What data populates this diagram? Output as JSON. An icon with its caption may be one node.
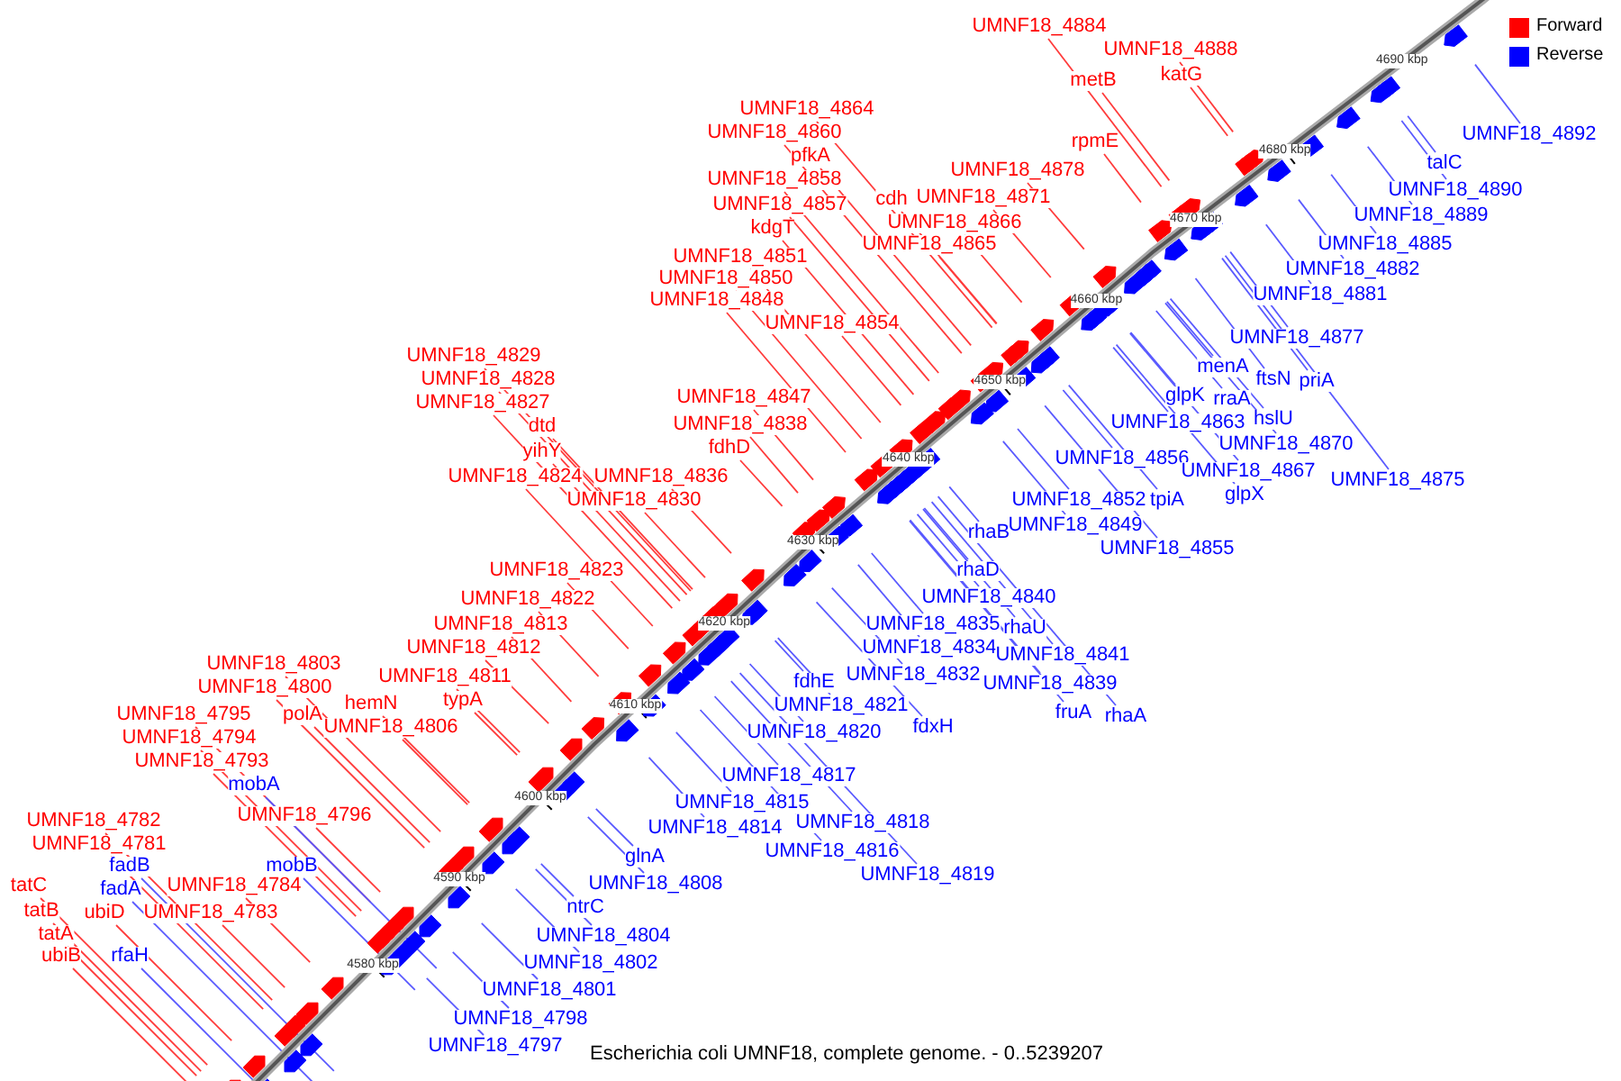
{
  "diagram": {
    "caption": "Escherichia coli UMNF18, complete genome. - 0..5239207",
    "nodes": [
      {
        "text": [
          "UMNF18_4884"
        ]
      },
      {
        "text": [
          "UMNF18_4888"
        ]
      },
      {
        "text": [
          "katG"
        ]
      },
      {
        "text": [
          "metB"
        ]
      },
      {
        "text": [
          "rpmE"
        ]
      },
      {
        "text": [
          "UMNF18_4864"
        ]
      },
      {
        "text": [
          "UMNF18_4860"
        ]
      },
      {
        "text": [
          "pfkA"
        ]
      },
      {
        "text": [
          "UMNF18_4858"
        ]
      },
      {
        "text": [
          "UMNF18_4878"
        ]
      },
      {
        "text": [
          "cdh"
        ]
      },
      {
        "text": [
          "UMNF18_4871"
        ]
      },
      {
        "text": [
          "UMNF18_4857"
        ]
      },
      {
        "text": [
          "UMNF18_4866"
        ]
      },
      {
        "text": [
          "kdgT"
        ]
      },
      {
        "text": [
          "UMNF18_4865"
        ]
      },
      {
        "text": [
          "UMNF18_4851"
        ]
      },
      {
        "text": [
          "UMNF18_4850"
        ]
      },
      {
        "text": [
          "UMNF18_4848"
        ]
      },
      {
        "text": [
          "UMNF18_4854"
        ]
      },
      {
        "text": [
          "UMNF18_4829"
        ]
      },
      {
        "text": [
          "UMNF18_4828"
        ]
      },
      {
        "text": [
          "UMNF18_4847"
        ]
      },
      {
        "text": [
          "UMNF18_4827"
        ]
      },
      {
        "text": [
          "UMNF18_4838"
        ]
      },
      {
        "text": [
          "dtd"
        ]
      },
      {
        "text": [
          "fdhD"
        ]
      },
      {
        "text": [
          "yihY"
        ]
      },
      {
        "text": [
          "UMNF18_4824"
        ]
      },
      {
        "text": [
          "UMNF18_4836"
        ]
      },
      {
        "text": [
          "UMNF18_4830"
        ]
      },
      {
        "text": [
          "UMNF18_4823"
        ]
      },
      {
        "text": [
          "UMNF18_4822"
        ]
      },
      {
        "text": [
          "UMNF18_4813"
        ]
      },
      {
        "text": [
          "UMNF18_4812"
        ]
      },
      {
        "text": [
          "UMNF18_4803"
        ]
      },
      {
        "text": [
          "UMNF18_4811"
        ]
      },
      {
        "text": [
          "UMNF18_4800"
        ]
      },
      {
        "text": [
          "typA"
        ]
      },
      {
        "text": [
          "hemN"
        ]
      },
      {
        "text": [
          "polA"
        ]
      },
      {
        "text": [
          "UMNF18_4795"
        ]
      },
      {
        "text": [
          "UMNF18_4806"
        ]
      },
      {
        "text": [
          "UMNF18_4794"
        ]
      },
      {
        "text": [
          "UMNF18_4793"
        ]
      },
      {
        "text": [
          "UMNF18_4796"
        ]
      },
      {
        "text": [
          "UMNF18_4782"
        ]
      },
      {
        "text": [
          "UMNF18_4781"
        ]
      },
      {
        "text": [
          "UMNF18_4784"
        ]
      },
      {
        "text": [
          "tatC"
        ]
      },
      {
        "text": [
          "tatB"
        ]
      },
      {
        "text": [
          "UMNF18_4783"
        ]
      },
      {
        "text": [
          "ubiD"
        ]
      },
      {
        "text": [
          "tatA"
        ]
      },
      {
        "text": [
          "ubiB"
        ]
      },
      {
        "text": [
          "UMNF18_4892"
        ]
      },
      {
        "text": [
          "talC"
        ]
      },
      {
        "text": [
          "UMNF18_4890"
        ]
      },
      {
        "text": [
          "UMNF18_4889"
        ]
      },
      {
        "text": [
          "UMNF18_4885"
        ]
      },
      {
        "text": [
          "UMNF18_4882"
        ]
      },
      {
        "text": [
          "UMNF18_4881"
        ]
      },
      {
        "text": [
          "UMNF18_4877"
        ]
      },
      {
        "text": [
          "menA"
        ]
      },
      {
        "text": [
          "ftsN"
        ]
      },
      {
        "text": [
          "priA"
        ]
      },
      {
        "text": [
          "glpK"
        ]
      },
      {
        "text": [
          "rraA"
        ]
      },
      {
        "text": [
          "hslU"
        ]
      },
      {
        "text": [
          "UMNF18_4863"
        ]
      },
      {
        "text": [
          "UMNF18_4870"
        ]
      },
      {
        "text": [
          "UMNF18_4856"
        ]
      },
      {
        "text": [
          "UMNF18_4867"
        ]
      },
      {
        "text": [
          "UMNF18_4875"
        ]
      },
      {
        "text": [
          "glpX"
        ]
      },
      {
        "text": [
          "UMNF18_4852"
        ]
      },
      {
        "text": [
          "tpiA"
        ]
      },
      {
        "text": [
          "UMNF18_4849"
        ]
      },
      {
        "text": [
          "rhaB"
        ]
      },
      {
        "text": [
          "UMNF18_4855"
        ]
      },
      {
        "text": [
          "rhaD"
        ]
      },
      {
        "text": [
          "UMNF18_4840"
        ]
      },
      {
        "text": [
          "UMNF18_4835"
        ]
      },
      {
        "text": [
          "rhaU"
        ]
      },
      {
        "text": [
          "UMNF18_4834"
        ]
      },
      {
        "text": [
          "UMNF18_4841"
        ]
      },
      {
        "text": [
          "UMNF18_4832"
        ]
      },
      {
        "text": [
          "fdhE"
        ]
      },
      {
        "text": [
          "UMNF18_4839"
        ]
      },
      {
        "text": [
          "UMNF18_4821"
        ]
      },
      {
        "text": [
          "fruA"
        ]
      },
      {
        "text": [
          "rhaA"
        ]
      },
      {
        "text": [
          "fdxH"
        ]
      },
      {
        "text": [
          "UMNF18_4820"
        ]
      },
      {
        "text": [
          "UMNF18_4817"
        ]
      },
      {
        "text": [
          "mobA"
        ]
      },
      {
        "text": [
          "UMNF18_4815"
        ]
      },
      {
        "text": [
          "UMNF18_4818"
        ]
      },
      {
        "text": [
          "UMNF18_4814"
        ]
      },
      {
        "text": [
          "UMNF18_4816"
        ]
      },
      {
        "text": [
          "glnA"
        ]
      },
      {
        "text": [
          "mobB"
        ]
      },
      {
        "text": [
          "fadB"
        ]
      },
      {
        "text": [
          "UMNF18_4819"
        ]
      },
      {
        "text": [
          "UMNF18_4808"
        ]
      },
      {
        "text": [
          "fadA"
        ]
      },
      {
        "text": [
          "ntrC"
        ]
      },
      {
        "text": [
          "UMNF18_4804"
        ]
      },
      {
        "text": [
          "rfaH"
        ]
      },
      {
        "text": [
          "UMNF18_4802"
        ]
      },
      {
        "text": [
          "UMNF18_4801"
        ]
      },
      {
        "text": [
          "UMNF18_4798"
        ]
      },
      {
        "text": [
          "UMNF18_4797"
        ]
      }
    ],
    "edges": [
      {
        "from": 0,
        "to": null,
        "arrow": "none",
        "color": "#ff3b3b"
      },
      {
        "from": 1,
        "to": null,
        "arrow": "none",
        "color": "#ff3b3b"
      },
      {
        "from": 2,
        "to": null,
        "arrow": "none",
        "color": "#ff3b3b"
      },
      {
        "from": 3,
        "to": null,
        "arrow": "none",
        "color": "#ff3b3b"
      },
      {
        "from": 4,
        "to": null,
        "arrow": "none",
        "color": "#ff3b3b"
      },
      {
        "from": 5,
        "to": null,
        "arrow": "none",
        "color": "#ff3b3b"
      },
      {
        "from": 6,
        "to": null,
        "arrow": "none",
        "color": "#ff3b3b"
      },
      {
        "from": 7,
        "to": null,
        "arrow": "none",
        "color": "#ff3b3b"
      },
      {
        "from": 8,
        "to": null,
        "arrow": "none",
        "color": "#ff3b3b"
      },
      {
        "from": 9,
        "to": null,
        "arrow": "none",
        "color": "#ff3b3b"
      },
      {
        "from": 10,
        "to": null,
        "arrow": "none",
        "color": "#ff3b3b"
      },
      {
        "from": 11,
        "to": null,
        "arrow": "none",
        "color": "#ff3b3b"
      },
      {
        "from": 12,
        "to": null,
        "arrow": "none",
        "color": "#ff3b3b"
      },
      {
        "from": 13,
        "to": null,
        "arrow": "none",
        "color": "#ff3b3b"
      },
      {
        "from": 14,
        "to": null,
        "arrow": "none",
        "color": "#ff3b3b"
      },
      {
        "from": 15,
        "to": null,
        "arrow": "none",
        "color": "#ff3b3b"
      },
      {
        "from": 16,
        "to": null,
        "arrow": "none",
        "color": "#ff3b3b"
      },
      {
        "from": 17,
        "to": null,
        "arrow": "none",
        "color": "#ff3b3b"
      },
      {
        "from": 18,
        "to": null,
        "arrow": "none",
        "color": "#ff3b3b"
      },
      {
        "from": 19,
        "to": null,
        "arrow": "none",
        "color": "#ff3b3b"
      },
      {
        "from": 20,
        "to": null,
        "arrow": "none",
        "color": "#ff3b3b"
      },
      {
        "from": 21,
        "to": null,
        "arrow": "none",
        "color": "#ff3b3b"
      },
      {
        "from": 22,
        "to": null,
        "arrow": "none",
        "color": "#ff3b3b"
      },
      {
        "from": 23,
        "to": null,
        "arrow": "none",
        "color": "#ff3b3b"
      },
      {
        "from": 24,
        "to": null,
        "arrow": "none",
        "color": "#ff3b3b"
      },
      {
        "from": 25,
        "to": null,
        "arrow": "none",
        "color": "#ff3b3b"
      },
      {
        "from": 26,
        "to": null,
        "arrow": "none",
        "color": "#ff3b3b"
      },
      {
        "from": 27,
        "to": null,
        "arrow": "none",
        "color": "#ff3b3b"
      },
      {
        "from": 28,
        "to": null,
        "arrow": "none",
        "color": "#ff3b3b"
      },
      {
        "from": 29,
        "to": null,
        "arrow": "none",
        "color": "#ff3b3b"
      },
      {
        "from": 30,
        "to": null,
        "arrow": "none",
        "color": "#ff3b3b"
      },
      {
        "from": 31,
        "to": null,
        "arrow": "none",
        "color": "#ff3b3b"
      },
      {
        "from": 32,
        "to": null,
        "arrow": "none",
        "color": "#ff3b3b"
      },
      {
        "from": 33,
        "to": null,
        "arrow": "none",
        "color": "#ff3b3b"
      },
      {
        "from": 34,
        "to": null,
        "arrow": "none",
        "color": "#ff3b3b"
      },
      {
        "from": 35,
        "to": null,
        "arrow": "none",
        "color": "#ff3b3b"
      },
      {
        "from": 36,
        "to": null,
        "arrow": "none",
        "color": "#ff3b3b"
      },
      {
        "from": 37,
        "to": null,
        "arrow": "none",
        "color": "#ff3b3b"
      },
      {
        "from": 38,
        "to": null,
        "arrow": "none",
        "color": "#ff3b3b"
      },
      {
        "from": 39,
        "to": null,
        "arrow": "none",
        "color": "#ff3b3b"
      },
      {
        "from": 40,
        "to": null,
        "arrow": "none",
        "color": "#ff3b3b"
      },
      {
        "from": 41,
        "to": null,
        "arrow": "none",
        "color": "#ff3b3b"
      },
      {
        "from": 42,
        "to": null,
        "arrow": "none",
        "color": "#ff3b3b"
      },
      {
        "from": 43,
        "to": null,
        "arrow": "none",
        "color": "#ff3b3b"
      },
      {
        "from": 44,
        "to": null,
        "arrow": "none",
        "color": "#ff3b3b"
      },
      {
        "from": 45,
        "to": null,
        "arrow": "none",
        "color": "#ff3b3b"
      },
      {
        "from": 46,
        "to": null,
        "arrow": "none",
        "color": "#ff3b3b"
      },
      {
        "from": 47,
        "to": null,
        "arrow": "none",
        "color": "#ff3b3b"
      },
      {
        "from": 48,
        "to": null,
        "arrow": "none",
        "color": "#ff3b3b"
      },
      {
        "from": 49,
        "to": null,
        "arrow": "none",
        "color": "#ff3b3b"
      },
      {
        "from": 50,
        "to": null,
        "arrow": "none",
        "color": "#ff3b3b"
      },
      {
        "from": 51,
        "to": null,
        "arrow": "none",
        "color": "#ff3b3b"
      },
      {
        "from": 52,
        "to": null,
        "arrow": "none",
        "color": "#ff3b3b"
      },
      {
        "from": 53,
        "to": null,
        "arrow": "none",
        "color": "#ff3b3b"
      },
      {
        "from": 54,
        "to": null,
        "arrow": "none",
        "color": "#ff3b3b"
      },
      {
        "from": 55,
        "to": null,
        "arrow": "none",
        "color": "#5a5aff"
      },
      {
        "from": 56,
        "to": null,
        "arrow": "none",
        "color": "#5a5aff"
      },
      {
        "from": 57,
        "to": null,
        "arrow": "none",
        "color": "#5a5aff"
      },
      {
        "from": 58,
        "to": null,
        "arrow": "none",
        "color": "#5a5aff"
      },
      {
        "from": 59,
        "to": null,
        "arrow": "none",
        "color": "#5a5aff"
      },
      {
        "from": 60,
        "to": null,
        "arrow": "none",
        "color": "#5a5aff"
      },
      {
        "from": 61,
        "to": null,
        "arrow": "none",
        "color": "#5a5aff"
      },
      {
        "from": 62,
        "to": null,
        "arrow": "none",
        "color": "#5a5aff"
      },
      {
        "from": 63,
        "to": null,
        "arrow": "none",
        "color": "#5a5aff"
      },
      {
        "from": 64,
        "to": null,
        "arrow": "none",
        "color": "#5a5aff"
      },
      {
        "from": 65,
        "to": null,
        "arrow": "none",
        "color": "#5a5aff"
      },
      {
        "from": 66,
        "to": null,
        "arrow": "none",
        "color": "#5a5aff"
      },
      {
        "from": 67,
        "to": null,
        "arrow": "none",
        "color": "#5a5aff"
      },
      {
        "from": 68,
        "to": null,
        "arrow": "none",
        "color": "#5a5aff"
      },
      {
        "from": 69,
        "to": null,
        "arrow": "none",
        "color": "#5a5aff"
      },
      {
        "from": 70,
        "to": null,
        "arrow": "none",
        "color": "#5a5aff"
      },
      {
        "from": 71,
        "to": null,
        "arrow": "none",
        "color": "#5a5aff"
      },
      {
        "from": 72,
        "to": null,
        "arrow": "none",
        "color": "#5a5aff"
      },
      {
        "from": 73,
        "to": null,
        "arrow": "none",
        "color": "#5a5aff"
      },
      {
        "from": 74,
        "to": null,
        "arrow": "none",
        "color": "#5a5aff"
      },
      {
        "from": 75,
        "to": null,
        "arrow": "none",
        "color": "#5a5aff"
      },
      {
        "from": 76,
        "to": null,
        "arrow": "none",
        "color": "#5a5aff"
      },
      {
        "from": 77,
        "to": null,
        "arrow": "none",
        "color": "#5a5aff"
      },
      {
        "from": 78,
        "to": null,
        "arrow": "none",
        "color": "#5a5aff"
      },
      {
        "from": 79,
        "to": null,
        "arrow": "none",
        "color": "#5a5aff"
      },
      {
        "from": 80,
        "to": null,
        "arrow": "none",
        "color": "#5a5aff"
      },
      {
        "from": 81,
        "to": null,
        "arrow": "none",
        "color": "#5a5aff"
      },
      {
        "from": 82,
        "to": null,
        "arrow": "none",
        "color": "#5a5aff"
      },
      {
        "from": 83,
        "to": null,
        "arrow": "none",
        "color": "#5a5aff"
      },
      {
        "from": 84,
        "to": null,
        "arrow": "none",
        "color": "#5a5aff"
      },
      {
        "from": 85,
        "to": null,
        "arrow": "none",
        "color": "#5a5aff"
      },
      {
        "from": 86,
        "to": null,
        "arrow": "none",
        "color": "#5a5aff"
      },
      {
        "from": 87,
        "to": null,
        "arrow": "none",
        "color": "#5a5aff"
      },
      {
        "from": 88,
        "to": null,
        "arrow": "none",
        "color": "#5a5aff"
      },
      {
        "from": 89,
        "to": null,
        "arrow": "none",
        "color": "#5a5aff"
      },
      {
        "from": 90,
        "to": null,
        "arrow": "none",
        "color": "#5a5aff"
      },
      {
        "from": 91,
        "to": null,
        "arrow": "none",
        "color": "#5a5aff"
      },
      {
        "from": 92,
        "to": null,
        "arrow": "none",
        "color": "#5a5aff"
      },
      {
        "from": 93,
        "to": null,
        "arrow": "none",
        "color": "#5a5aff"
      },
      {
        "from": 94,
        "to": null,
        "arrow": "none",
        "color": "#5a5aff"
      },
      {
        "from": 95,
        "to": null,
        "arrow": "none",
        "color": "#5a5aff"
      },
      {
        "from": 96,
        "to": null,
        "arrow": "none",
        "color": "#5a5aff"
      },
      {
        "from": 97,
        "to": null,
        "arrow": "none",
        "color": "#5a5aff"
      },
      {
        "from": 98,
        "to": null,
        "arrow": "none",
        "color": "#5a5aff"
      },
      {
        "from": 99,
        "to": null,
        "arrow": "none",
        "color": "#5a5aff"
      },
      {
        "from": 100,
        "to": null,
        "arrow": "none",
        "color": "#5a5aff"
      },
      {
        "from": 101,
        "to": null,
        "arrow": "none",
        "color": "#5a5aff"
      },
      {
        "from": 102,
        "to": null,
        "arrow": "none",
        "color": "#5a5aff"
      },
      {
        "from": 103,
        "to": null,
        "arrow": "none",
        "color": "#5a5aff"
      },
      {
        "from": 104,
        "to": null,
        "arrow": "none",
        "color": "#5a5aff"
      },
      {
        "from": 105,
        "to": null,
        "arrow": "none",
        "color": "#5a5aff"
      },
      {
        "from": 106,
        "to": null,
        "arrow": "none",
        "color": "#5a5aff"
      },
      {
        "from": 107,
        "to": null,
        "arrow": "none",
        "color": "#5a5aff"
      },
      {
        "from": 108,
        "to": null,
        "arrow": "none",
        "color": "#5a5aff"
      },
      {
        "from": 109,
        "to": null,
        "arrow": "none",
        "color": "#5a5aff"
      },
      {
        "from": 110,
        "to": null,
        "arrow": "none",
        "color": "#5a5aff"
      },
      {
        "from": 111,
        "to": null,
        "arrow": "none",
        "color": "#5a5aff"
      },
      {
        "from": 112,
        "to": null,
        "arrow": "none",
        "color": "#5a5aff"
      }
    ],
    "labels": [
      "4690 kbp",
      "4680 kbp",
      "4670 kbp",
      "4660 kbp",
      "4650 kbp",
      "4640 kbp",
      "4630 kbp",
      "4620 kbp",
      "4610 kbp",
      "4600 kbp",
      "4590 kbp",
      "4580 kbp"
    ],
    "legend": [
      {
        "text": "Forward",
        "color": "#ff0000"
      },
      {
        "text": "Reverse",
        "color": "#0000ff"
      }
    ]
  }
}
